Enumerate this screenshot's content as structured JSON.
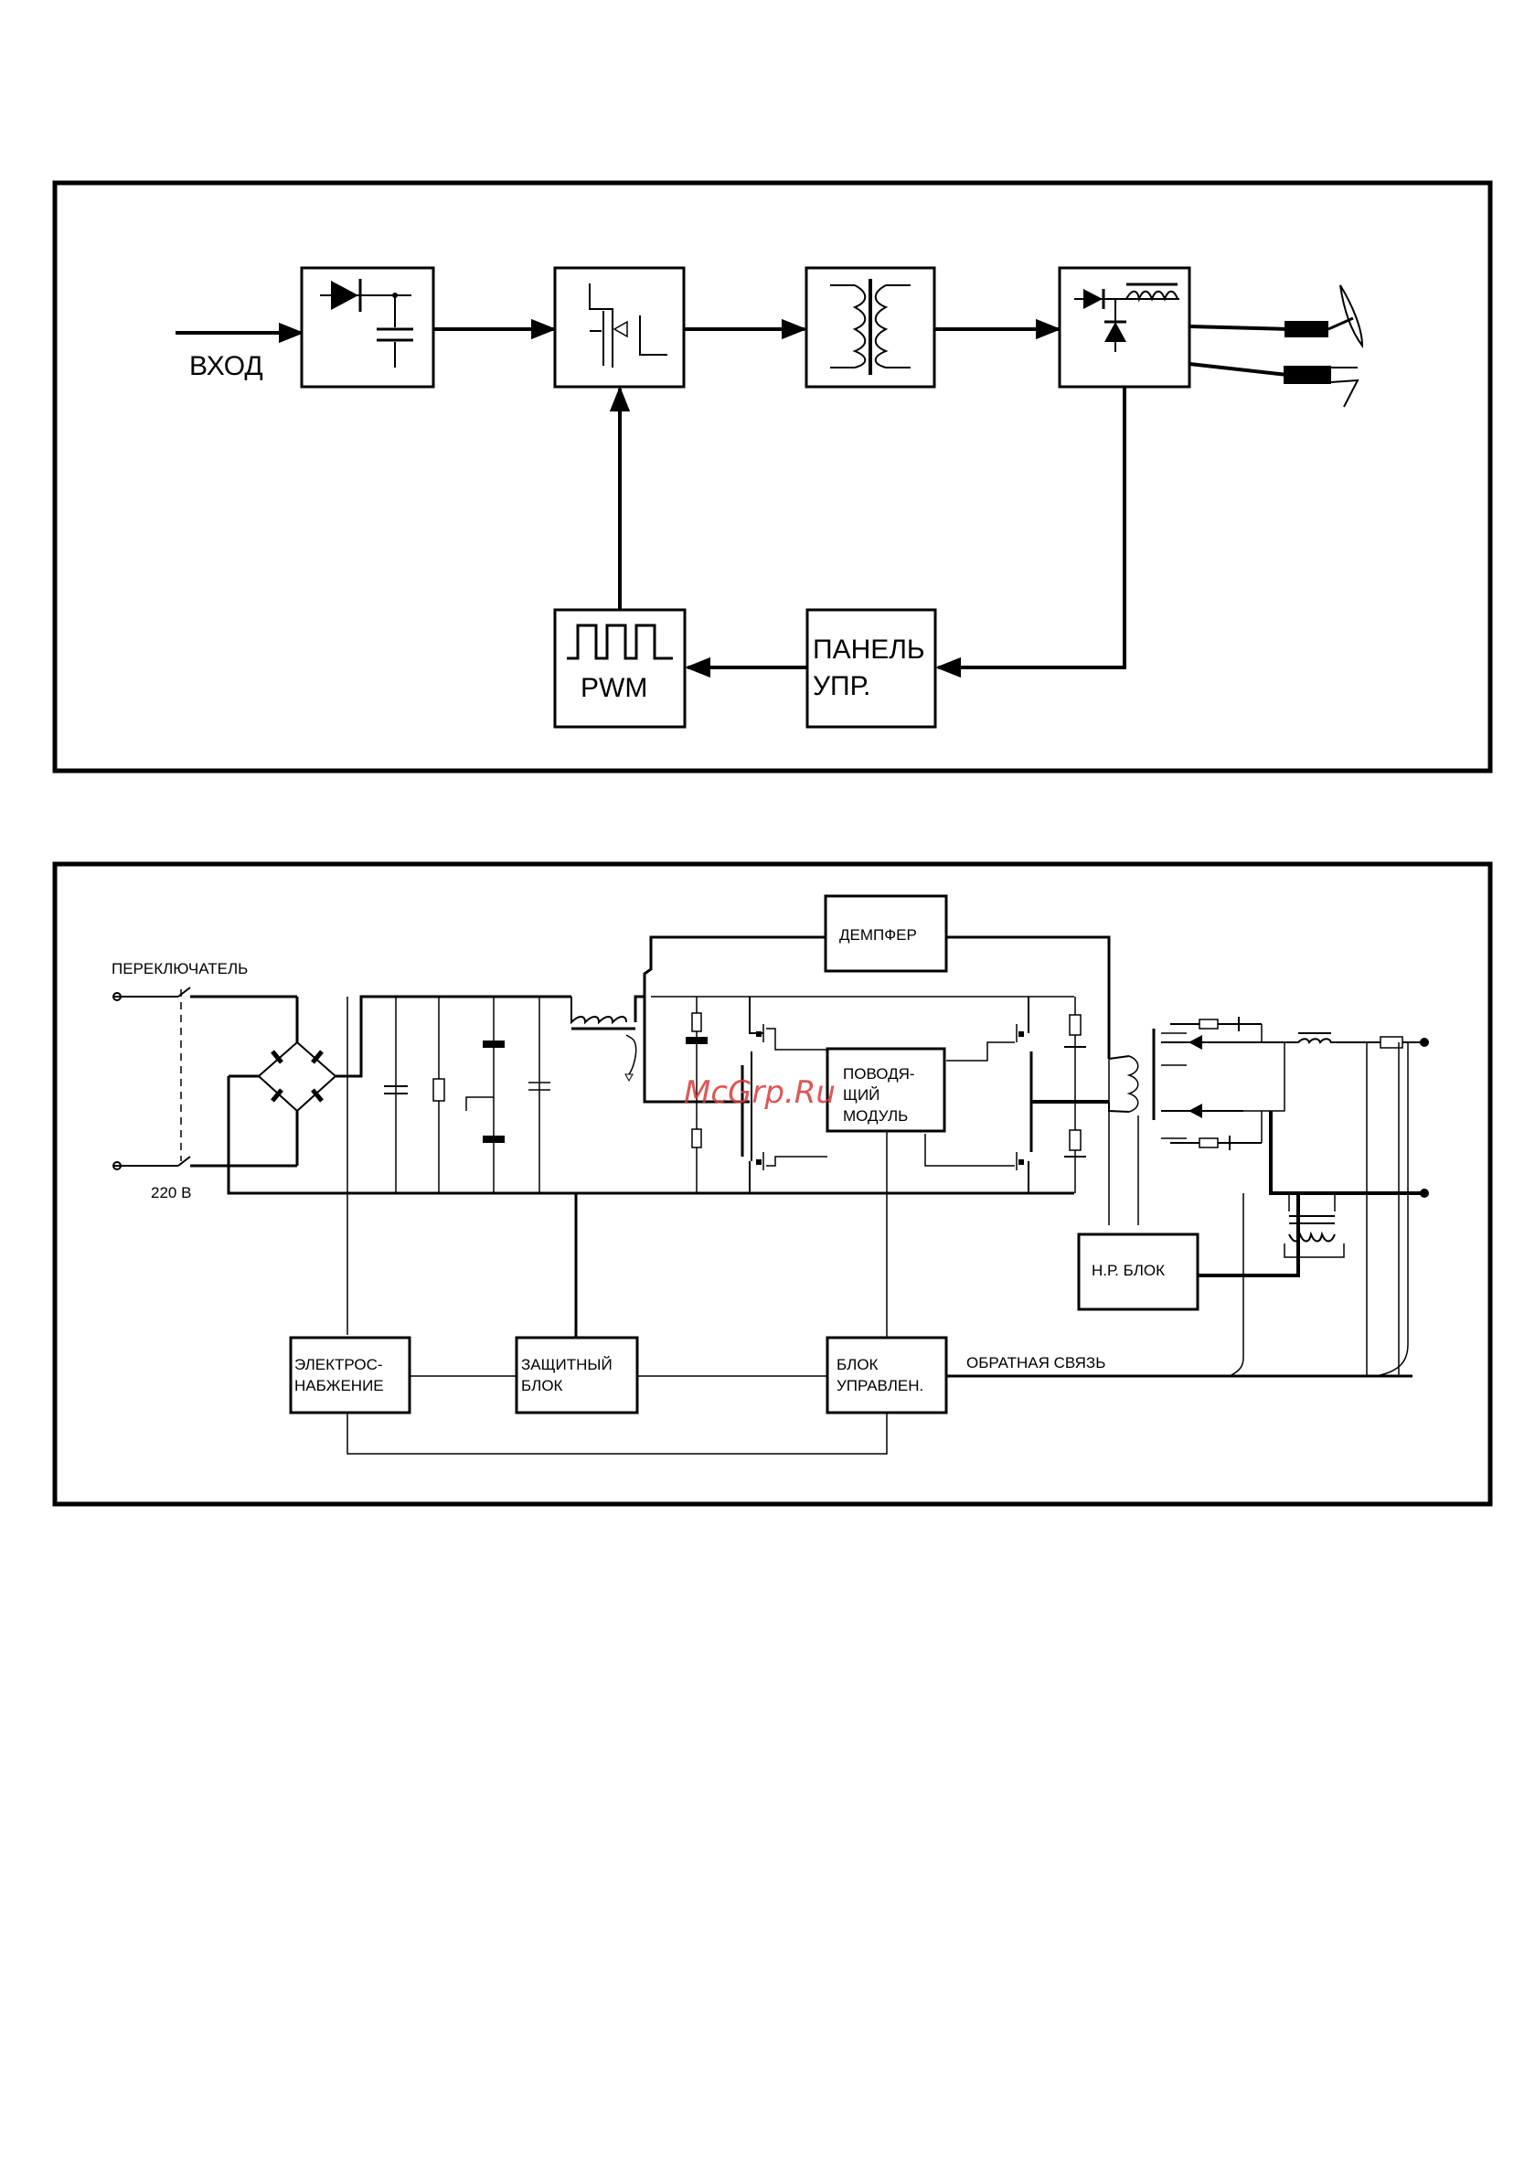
{
  "diagram1": {
    "input_label": "ВХОД",
    "pwm_label": "PWM",
    "panel_line1": "ПАНЕЛЬ",
    "panel_line2": "УПР."
  },
  "diagram2": {
    "switch_label": "ПЕРЕКЛЮЧАТЕЛЬ",
    "voltage_label": "220 В",
    "damper_label": "ДЕМПФЕР",
    "driver_line1": "ПОВОДЯ-",
    "driver_line2": "ЩИЙ",
    "driver_line3": "МОДУЛЬ",
    "hr_block_label": "Н.Р. БЛОК",
    "power_line1": "ЭЛЕКТРОС-",
    "power_line2": "НАБЖЕНИЕ",
    "protect_line1": "ЗАЩИТНЫЙ",
    "protect_line2": "БЛОК",
    "control_line1": "БЛОК",
    "control_line2": "УПРАВЛЕН.",
    "feedback_label": "ОБРАТНАЯ СВЯЗЬ"
  },
  "watermark": "McGrp.Ru",
  "colors": {
    "line": "#000000",
    "watermark": "#d93a3a"
  }
}
